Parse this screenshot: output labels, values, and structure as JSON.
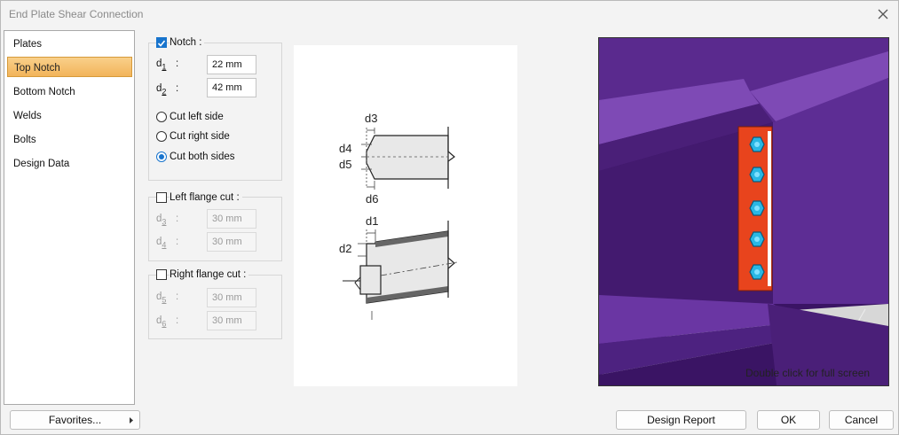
{
  "window": {
    "title": "End Plate Shear Connection"
  },
  "nav": {
    "items": [
      "Plates",
      "Top Notch",
      "Bottom Notch",
      "Welds",
      "Bolts",
      "Design Data"
    ],
    "selected": "Top Notch"
  },
  "notch": {
    "label": "Notch :",
    "checked": true,
    "d1": {
      "sym": "d",
      "sub": "1",
      "value": "22 mm"
    },
    "d2": {
      "sym": "d",
      "sub": "2",
      "value": "42 mm"
    },
    "cut_left": "Cut left side",
    "cut_right": "Cut right side",
    "cut_both": "Cut both sides",
    "cut_selected": "Cut both sides"
  },
  "left_flange": {
    "label": "Left flange cut :",
    "checked": false,
    "d3": {
      "sym": "d",
      "sub": "3",
      "value": "30 mm"
    },
    "d4": {
      "sym": "d",
      "sub": "4",
      "value": "30 mm"
    }
  },
  "right_flange": {
    "label": "Right flange cut :",
    "checked": false,
    "d5": {
      "sym": "d",
      "sub": "5",
      "value": "30 mm"
    },
    "d6": {
      "sym": "d",
      "sub": "6",
      "value": "30 mm"
    }
  },
  "diagram": {
    "labels": {
      "d3": "d3",
      "d4": "d4",
      "d5": "d5",
      "d6": "d6",
      "d1": "d1",
      "d2": "d2"
    }
  },
  "view3d": {
    "hint": "Double click for full screen"
  },
  "footer": {
    "favorites": "Favorites...",
    "design_report": "Design Report",
    "ok": "OK",
    "cancel": "Cancel"
  },
  "colors": {
    "selection": "#f2b45a",
    "accent": "#1874cd",
    "steel": "#4a1f78",
    "plate": "#e8441d",
    "bolt": "#29b7e4"
  }
}
